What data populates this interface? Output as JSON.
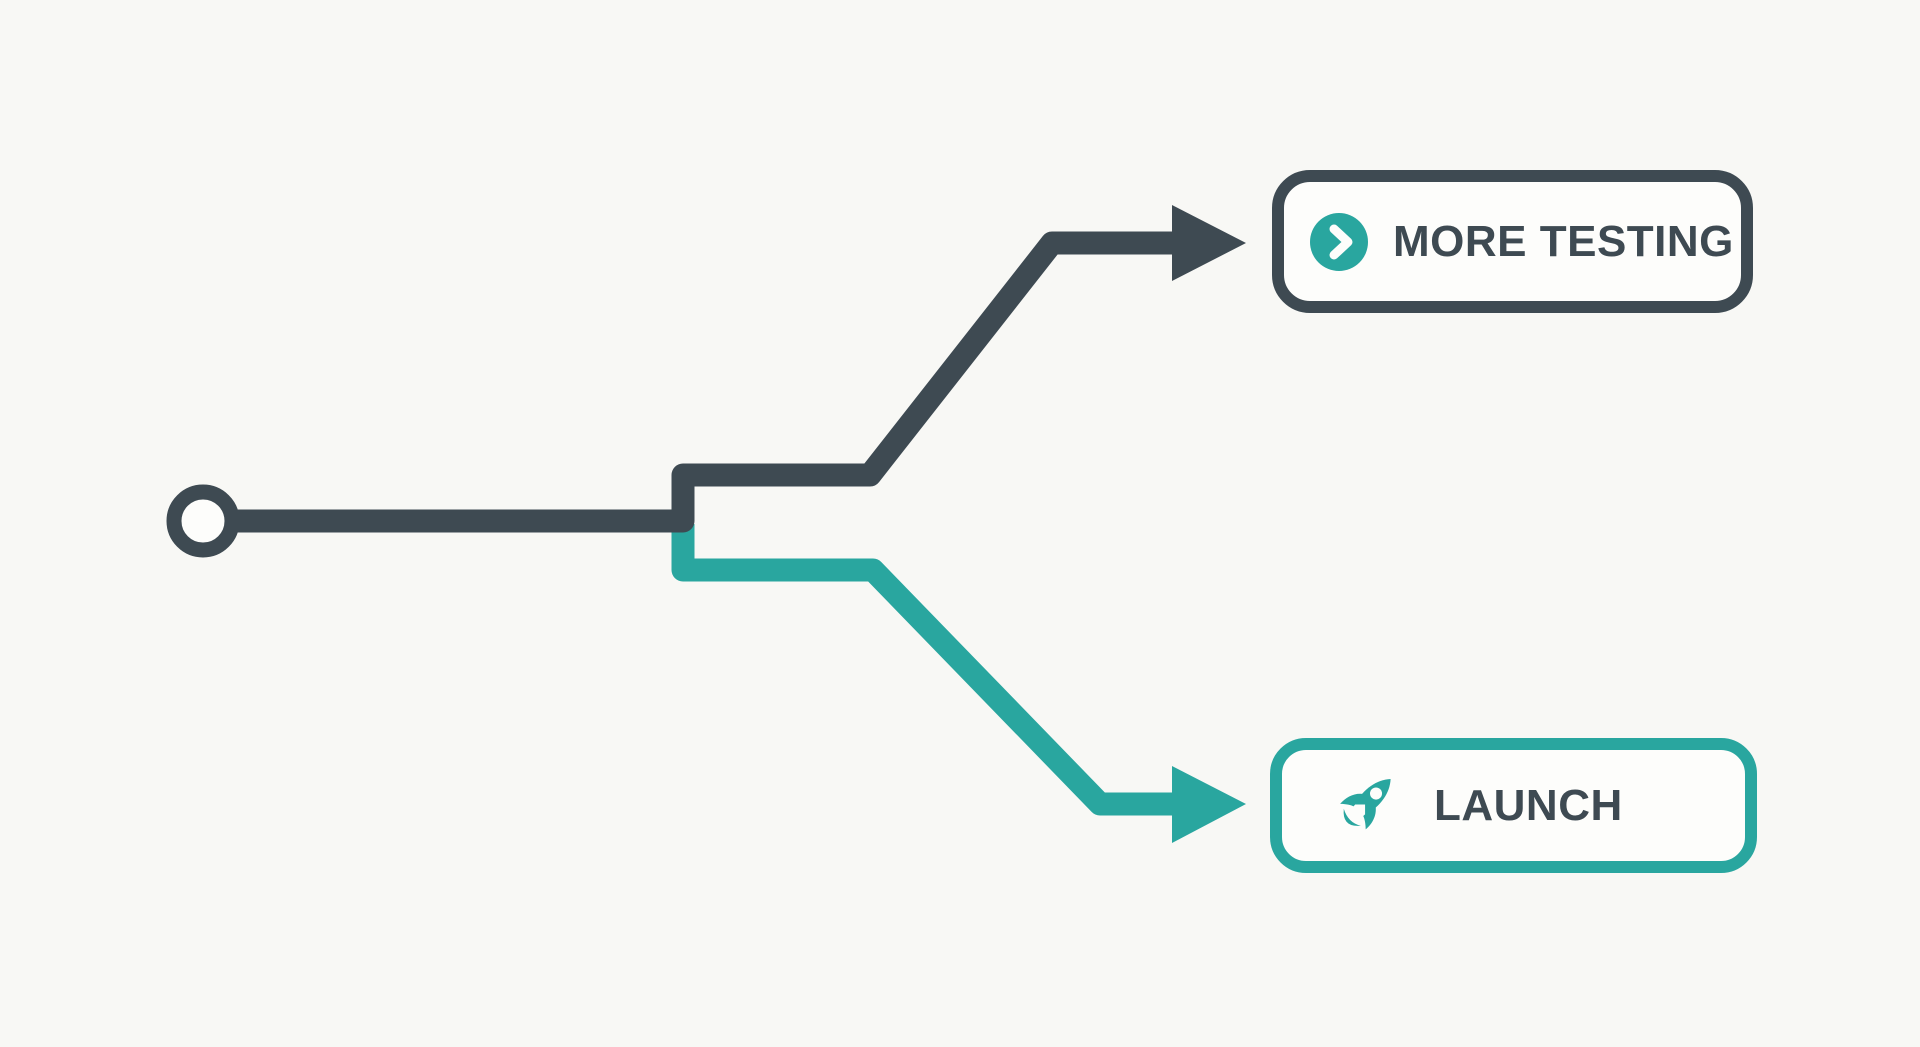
{
  "theme": {
    "background": "#f8f8f5",
    "dark": "#3e4a52",
    "teal": "#29a69f",
    "box_fill": "#fdfdfb",
    "glyph_white": "#fdfdfb"
  },
  "diagram": {
    "start_node": {
      "shape": "circle",
      "description": "hollow circle start point"
    },
    "branches": [
      {
        "id": "more-testing",
        "label": "MORE TESTING",
        "icon": "chevron-right-circle-icon",
        "color": "#3e4a52",
        "direction": "upper"
      },
      {
        "id": "launch",
        "label": "LAUNCH",
        "icon": "rocket-icon",
        "color": "#29a69f",
        "direction": "lower"
      }
    ]
  }
}
